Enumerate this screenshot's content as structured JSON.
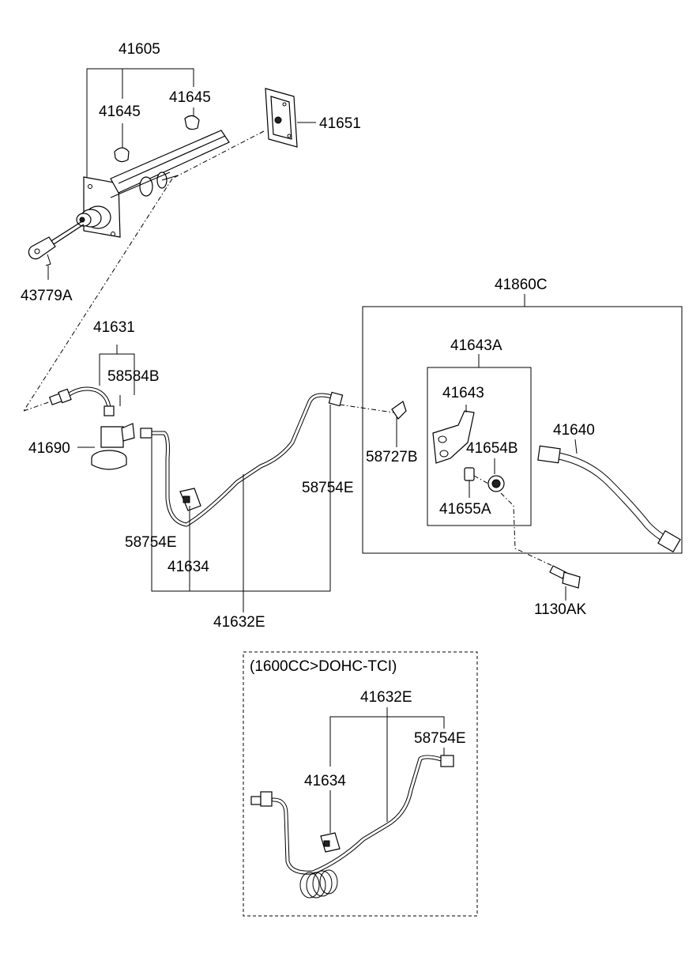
{
  "labels": {
    "l41605": "41605",
    "l41645a": "41645",
    "l41645b": "41645",
    "l41651": "41651",
    "l43779a": "43779A",
    "l41631": "41631",
    "l58584b": "58584B",
    "l41690": "41690",
    "l41860c": "41860C",
    "l41643a": "41643A",
    "l41643": "41643",
    "l41654b": "41654B",
    "l41655a": "41655A",
    "l41640": "41640",
    "l58727b": "58727B",
    "l58754e_right": "58754E",
    "l58754e_left": "58754E",
    "l41634": "41634",
    "l41632e": "41632E",
    "l1130ak": "1130AK",
    "inset_title": "(1600CC>DOHC-TCI)",
    "inset_41632e": "41632E",
    "inset_58754e": "58754E",
    "inset_41634": "41634"
  }
}
